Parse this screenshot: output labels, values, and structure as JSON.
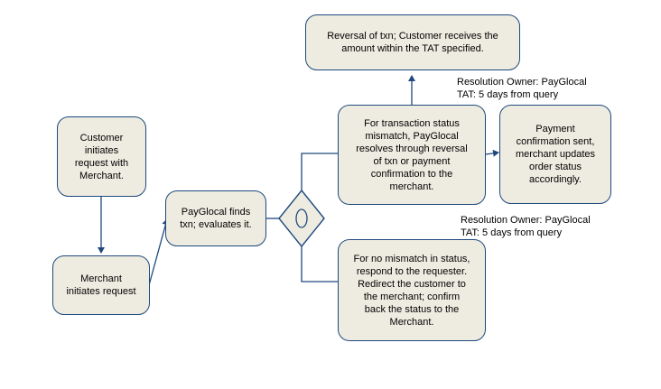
{
  "diagram": {
    "nodes": {
      "customer_initiates": "Customer\ninitiates\nrequest with\nMerchant.",
      "merchant_initiates": "Merchant\ninitiates request",
      "payglocal_finds": "PayGlocal finds\ntxn; evaluates it.",
      "decision_symbol": "O",
      "status_mismatch": "For transaction status\nmismatch, PayGlocal\nresolves through reversal\nof txn or payment\nconfirmation to the\nmerchant.",
      "reversal": "Reversal of txn; Customer receives the\namount within the TAT specified.",
      "payment_confirmation": "Payment\nconfirmation sent,\nmerchant updates\norder status\naccordingly.",
      "no_mismatch": "For no mismatch in status,\nrespond to the requester.\nRedirect the customer to\nthe merchant; confirm\nback the status to the\nMerchant."
    },
    "notes": {
      "reversal_owner": "Resolution Owner: PayGlocal",
      "reversal_tat": "TAT: 5 days from query",
      "confirmation_owner": "Resolution Owner: PayGlocal",
      "confirmation_tat": "TAT: 5 days from query"
    }
  },
  "colors": {
    "box_fill": "#eeece1",
    "box_border": "#1f497d",
    "connector": "#1f497d"
  }
}
